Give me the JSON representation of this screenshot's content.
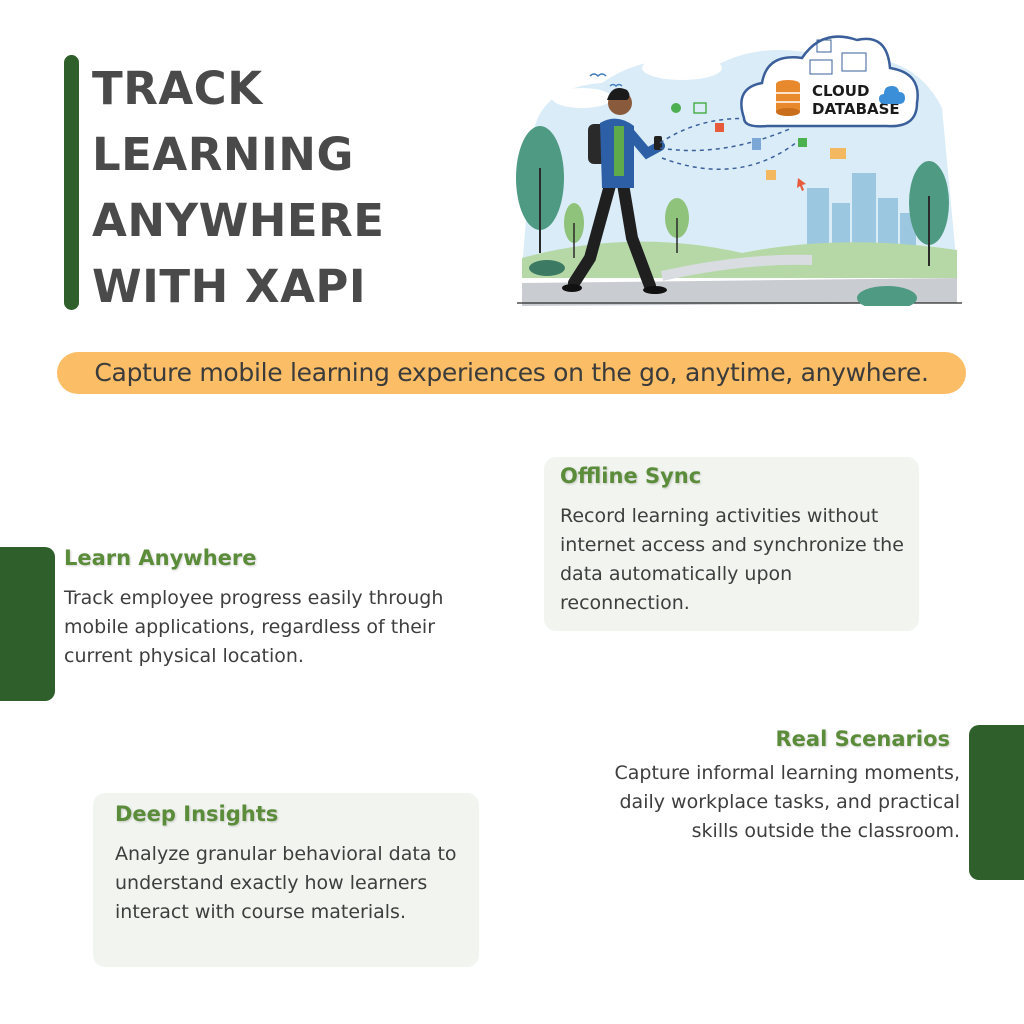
{
  "title": {
    "lines": [
      "TRACK",
      "LEARNING",
      "ANYWHERE",
      "WITH XAPI"
    ]
  },
  "illustration": {
    "cloud_label_line1": "CLOUD",
    "cloud_label_line2": "DATABASE"
  },
  "tagline": "Capture mobile learning experiences on the go, anytime, anywhere.",
  "features": {
    "offline_sync": {
      "title": "Offline Sync",
      "body": "Record learning activities without internet access and synchronize the data automatically upon reconnection."
    },
    "learn_anywhere": {
      "title": "Learn Anywhere",
      "body": "Track employee progress easily through mobile applications, regardless of their current physical location."
    },
    "real_scenarios": {
      "title": "Real Scenarios",
      "body": "Capture informal learning moments, daily workplace tasks, and practical skills outside the classroom."
    },
    "deep_insights": {
      "title": "Deep Insights",
      "body": "Analyze granular behavioral data to understand exactly how learners interact with course materials."
    }
  },
  "colors": {
    "accent_green": "#2f5f2a",
    "title_green": "#5b8c3a",
    "tagline_orange": "#fbbd66",
    "card_background": "#f1f4ef"
  }
}
